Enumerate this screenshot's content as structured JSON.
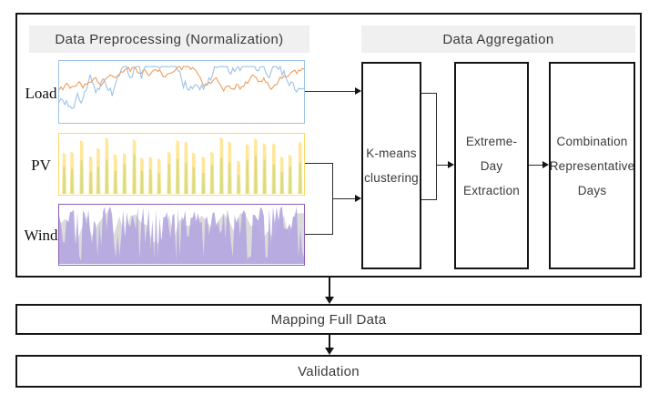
{
  "preprocessing": {
    "title": "Data Preprocessing (Normalization)",
    "rows": [
      {
        "label": "Load",
        "swatch_color": "#5b9bd5",
        "border_color": "#9dc3e6",
        "chart_type": "line",
        "series_colors": [
          "#9dc3e6",
          "#ed9f63"
        ]
      },
      {
        "label": "PV",
        "swatch_color": "#ffc000",
        "border_color": "#ffd966",
        "chart_type": "spikes",
        "series_colors": [
          "#ffe699",
          "#d2dc82"
        ]
      },
      {
        "label": "Wind",
        "swatch_color": "#7030a0",
        "border_color": "#8c5fb4",
        "chart_type": "area",
        "series_colors": [
          "#dbdbdb",
          "#b4a5df"
        ]
      }
    ]
  },
  "aggregation": {
    "title": "Data Aggregation",
    "steps": [
      {
        "label": "K-means clustering",
        "lines": [
          "K-means",
          "clustering"
        ]
      },
      {
        "label": "Extreme-Day Extraction",
        "lines": [
          "Extreme-",
          "Day",
          "Extraction"
        ]
      },
      {
        "label": "Combination Representative Days",
        "lines": [
          "Combination",
          "Representative",
          "Days"
        ]
      }
    ]
  },
  "bottom_boxes": [
    {
      "label": "Mapping Full Data"
    },
    {
      "label": "Validation"
    }
  ],
  "colors": {
    "header_bg": "#f0f0f0",
    "box_border": "#141414",
    "connector": "#2b2b2b"
  }
}
